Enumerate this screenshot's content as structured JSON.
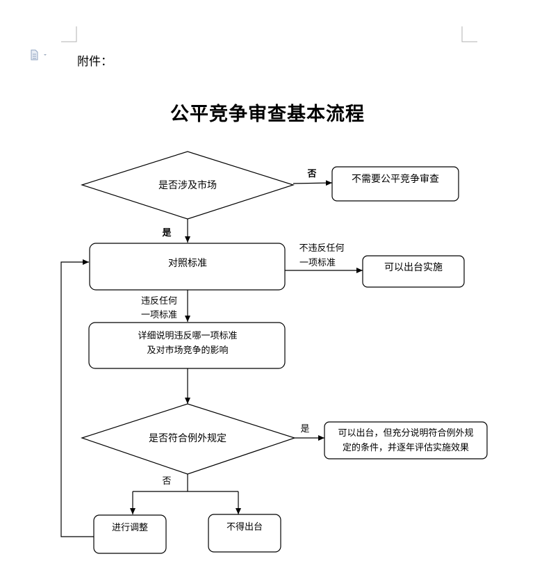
{
  "header": {
    "attachment_label": "附件："
  },
  "title": "公平竞争审查基本流程",
  "flowchart": {
    "decision_market": "是否涉及市场",
    "no_review_needed": "不需要公平竞争审查",
    "compare_standards": "对照标准",
    "can_implement": "可以出台实施",
    "detail_violation": [
      "详细说明违反哪一项标准",
      "及对市场竞争的影响"
    ],
    "decision_exception": "是否符合例外规定",
    "exception_result": [
      "可以出台，但充分说明符合例外规",
      "定的条件，并逐年评估实施效果"
    ],
    "adjust": "进行调整",
    "cannot_issue": "不得出台",
    "edge_no_1": "否",
    "edge_yes_1": "是",
    "edge_not_violate": [
      "不违反任何",
      "一项标准"
    ],
    "edge_violate": [
      "违反任何",
      "一项标准"
    ],
    "edge_yes_2": "是",
    "edge_no_2": "否"
  },
  "icons": {
    "document_icon": "document-icon",
    "dropdown_caret": "caret-down-icon"
  }
}
